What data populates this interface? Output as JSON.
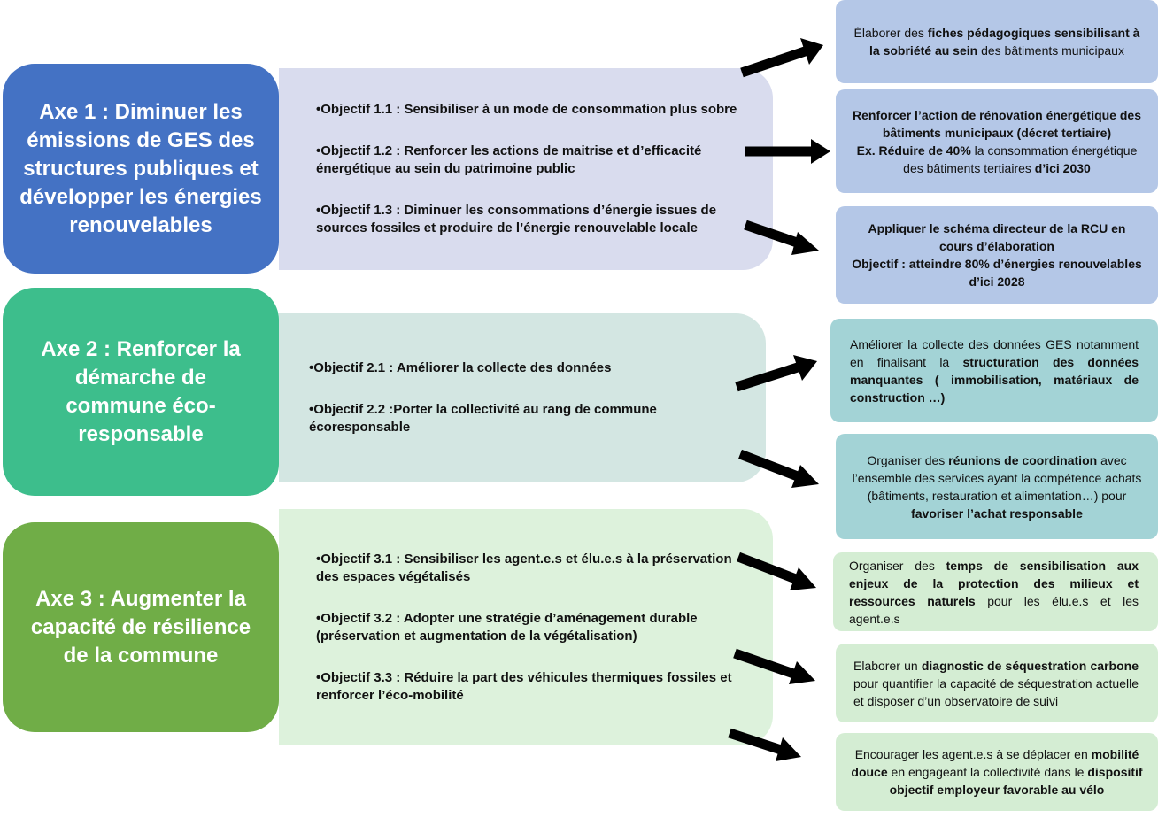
{
  "colors": {
    "axe1": "#4472C4",
    "axe2": "#3DBE8C",
    "axe3": "#70AD47",
    "obj1": "#D9DCEE",
    "obj2": "#D3E6E2",
    "obj3": "#DDF2DC",
    "act1": "#B4C7E7",
    "act2": "#A3D3D6",
    "act3": "#D4EDD3",
    "arrow": "#000000"
  },
  "axes": [
    {
      "title": "Axe 1 : Diminuer les émissions de GES des structures publiques et développer les énergies renouvelables"
    },
    {
      "title": "Axe 2 : Renforcer la démarche de commune éco-responsable"
    },
    {
      "title": "Axe 3 : Augmenter la capacité de résilience de la commune"
    }
  ],
  "objectives": [
    [
      "•Objectif 1.1 : Sensibiliser  à un mode de consommation plus sobre",
      "•Objectif 1.2 : Renforcer les actions de maitrise et d’efficacité énergétique au sein du patrimoine public",
      "•Objectif 1.3 : Diminuer les consommations d’énergie issues de sources fossiles et produire de l’énergie renouvelable locale"
    ],
    [
      "•Objectif 2.1 : Améliorer la collecte des données",
      "•Objectif 2.2 :Porter la collectivité au rang de commune écoresponsable"
    ],
    [
      "•Objectif 3.1 : Sensibiliser les agent.e.s et élu.e.s à la préservation des espaces végétalisés",
      "•Objectif 3.2 : Adopter une stratégie d’aménagement durable (préservation et augmentation de la végétalisation)",
      "•Objectif 3.3 : Réduire la part des véhicules thermiques fossiles et renforcer l’éco-mobilité"
    ]
  ],
  "actions": [
    {
      "parts": [
        {
          "t": "Élaborer des "
        },
        {
          "t": "fiches pédagogiques sensibilisant à la sobriété au sein",
          "b": true
        },
        {
          "t": " des bâtiments municipaux"
        }
      ]
    },
    {
      "parts": [
        {
          "t": "Renforcer l’action de rénovation énergétique des bâtiments municipaux (décret tertiaire)",
          "b": true
        },
        {
          "br": true
        },
        {
          "t": "Ex. Réduire de 40%",
          "b": true
        },
        {
          "t": " la consommation énergétique des bâtiments tertiaires "
        },
        {
          "t": " d’ici 2030",
          "b": true
        }
      ]
    },
    {
      "parts": [
        {
          "t": "Appliquer le schéma directeur de la RCU en cours d’élaboration",
          "b": true
        },
        {
          "br": true
        },
        {
          "t": "Objectif : atteindre 80% d’énergies renouvelables d’ici 2028",
          "b": true
        }
      ]
    },
    {
      "parts": [
        {
          "t": "Améliorer la collecte des données GES notamment en finalisant la "
        },
        {
          "t": "structuration des données manquantes ( immobilisation, matériaux de construction …)",
          "b": true
        }
      ]
    },
    {
      "parts": [
        {
          "t": "Organiser des "
        },
        {
          "t": "réunions de coordination",
          "b": true
        },
        {
          "t": " avec l’ensemble des services ayant la compétence achats (bâtiments, restauration et alimentation…) pour "
        },
        {
          "t": "favoriser l’achat responsable",
          "b": true
        }
      ]
    },
    {
      "parts": [
        {
          "t": "Organiser des "
        },
        {
          "t": "temps de sensibilisation aux enjeux de la protection des milieux et ressources naturels",
          "b": true
        },
        {
          "t": " pour les élu.e.s et les agent.e.s"
        }
      ]
    },
    {
      "parts": [
        {
          "t": "Elaborer un "
        },
        {
          "t": "diagnostic de séquestration carbone",
          "b": true
        },
        {
          "t": " pour quantifier la capacité de séquestration actuelle et disposer d’un observatoire de suivi"
        }
      ]
    },
    {
      "parts": [
        {
          "t": "Encourager les agent.e.s à se déplacer en "
        },
        {
          "t": "mobilité douce",
          "b": true
        },
        {
          "t": " en engageant la collectivité dans le "
        },
        {
          "t": "dispositif objectif employeur favorable au vélo",
          "b": true
        }
      ]
    }
  ]
}
